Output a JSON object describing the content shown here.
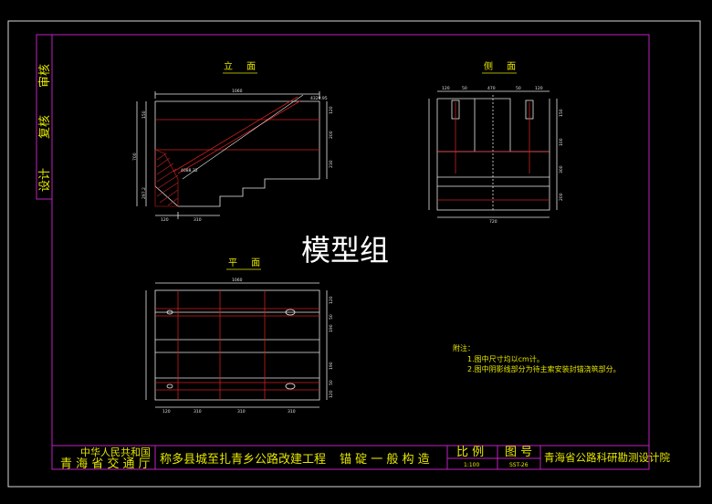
{
  "drawing": {
    "views": {
      "elevation_title": "立 面",
      "side_title": "侧 面",
      "plan_title": "平 面"
    },
    "side_stamp": {
      "review": "审核",
      "recheck": "复核",
      "design": "设计"
    },
    "notes": {
      "heading": "附注：",
      "line1": "1.图中尺寸均以cm计。",
      "line2": "2.图中阴影线部分为待主索安装封锚浇筑部分。"
    },
    "title_block": {
      "country": "中华人民共和国",
      "province_dept": "青 海 省 交 通 厅",
      "project": "称多县城至扎青乡公路改建工程",
      "drawing_name": "锚 碇 一 般 构 造",
      "scale_label": "比 例",
      "scale_value": "1:100",
      "drawing_no_label": "图 号",
      "drawing_no_value": "SST-26",
      "institute": "青海省公路科研勘测设计院"
    },
    "watermark": "模型组",
    "dims": {
      "elev_total": "1060",
      "elev_right_top": "4320.95",
      "elev_mid_point": "4088.32",
      "elev_h1": "120",
      "elev_h2": "200",
      "elev_h3": "230",
      "elev_h4": "150",
      "elev_bottom1": "120",
      "elev_bottom2": "310",
      "elev_left_h": "700",
      "elev_left_h2": "297.2",
      "side_top1": "120",
      "side_top2": "50",
      "side_top3": "470",
      "side_top4": "50",
      "side_top5": "120",
      "side_total": "720",
      "side_h1": "150",
      "side_h2": "100",
      "side_h3": "300",
      "side_h4": "200",
      "plan_total": "1060",
      "plan_w1": "120",
      "plan_w2": "310",
      "plan_w3": "310",
      "plan_w4": "310",
      "plan_h1": "120",
      "plan_h2": "50",
      "plan_h3": "190",
      "plan_h4": "190",
      "plan_h5": "50",
      "plan_h6": "120"
    }
  }
}
